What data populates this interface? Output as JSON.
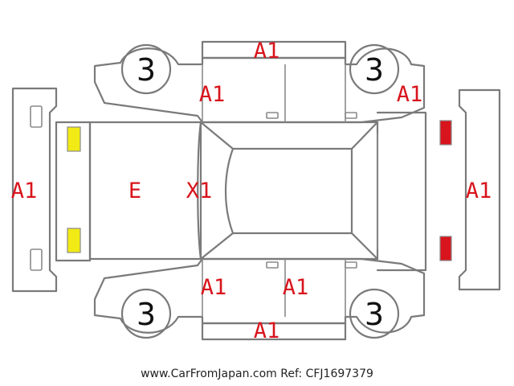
{
  "colors": {
    "outline": "#7a7a7a",
    "mark": "#d8141c",
    "front_lamp": "#f2ea14",
    "rear_lamp": "#d8141c"
  },
  "tires": {
    "front_left": "3",
    "rear_left": "3",
    "front_right": "3",
    "rear_right": "3"
  },
  "marks": {
    "roof_top_panel": "A1",
    "front_bumper": "A1",
    "rear_bumper": "A1",
    "front_left_door": "A1",
    "rear_left_quarter": "A1",
    "hood": "E",
    "windshield": "X1",
    "front_right_door": "A1",
    "rear_right_door": "A1",
    "roof_bottom_panel": "A1"
  },
  "footer": "www.CarFromJapan.com Ref: CFJ1697379"
}
